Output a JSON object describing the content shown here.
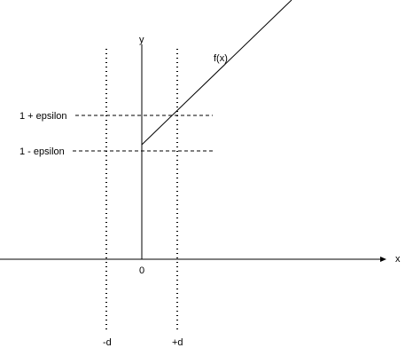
{
  "axes": {
    "x_label": "x",
    "y_label": "y",
    "origin_label": "0"
  },
  "function": {
    "label": "f(x)"
  },
  "horizontal_guides": {
    "upper_label": "1 + epsilon",
    "lower_label": "1 - epsilon"
  },
  "vertical_guides": {
    "left_label": "-d",
    "right_label": "+d"
  },
  "colors": {
    "stroke": "#000000",
    "background": "#ffffff"
  }
}
